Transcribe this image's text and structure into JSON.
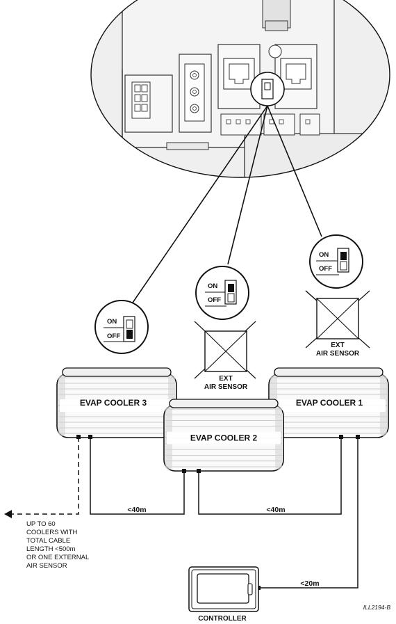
{
  "coolers": {
    "c1": "EVAP COOLER 1",
    "c2": "EVAP COOLER 2",
    "c3": "EVAP COOLER 3"
  },
  "switches": {
    "on": "ON",
    "off": "OFF",
    "s1": {
      "position": "ON"
    },
    "s2": {
      "position": "ON"
    },
    "s3": {
      "position": "OFF"
    }
  },
  "sensors": {
    "line1": "EXT",
    "line2": "AIR SENSOR"
  },
  "cables": {
    "c3_c2": "<40m",
    "c2_c1": "<40m",
    "c1_ctrl": "<20m"
  },
  "note": {
    "lines": [
      "UP TO 60",
      "COOLERS WITH",
      "TOTAL CABLE",
      "LENGTH <500m",
      "OR ONE EXTERNAL",
      "AIR SENSOR"
    ]
  },
  "controller": {
    "label": "CONTROLLER"
  },
  "figure_ref": "ILL2194-B"
}
